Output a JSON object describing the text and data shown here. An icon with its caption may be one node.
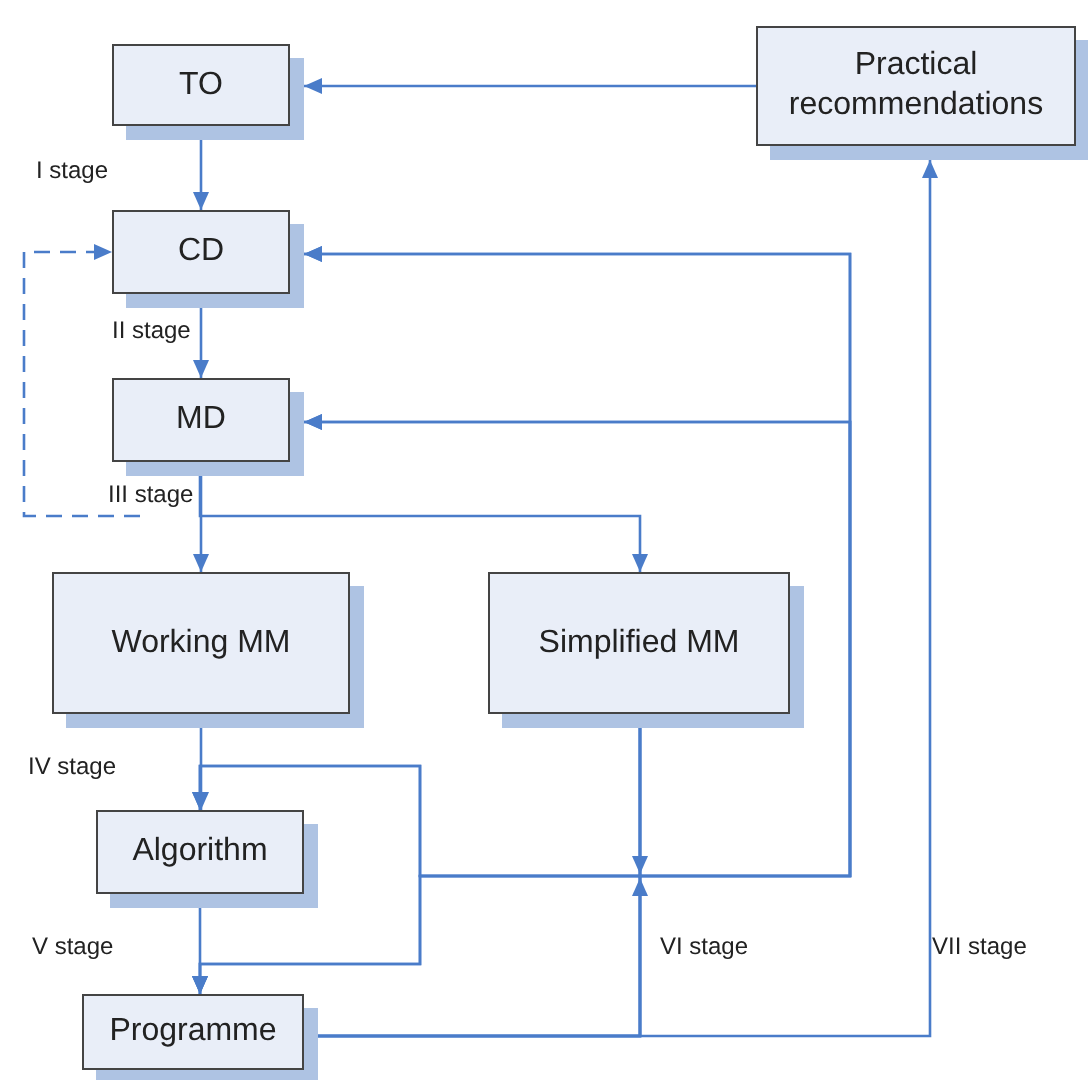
{
  "diagram": {
    "nodes": [
      {
        "text": [
          "TO"
        ]
      },
      {
        "text": [
          "CD"
        ]
      },
      {
        "text": [
          "MD"
        ]
      },
      {
        "text": [
          "Working MM"
        ]
      },
      {
        "text": [
          "Simplified MM"
        ]
      },
      {
        "text": [
          "Algorithm"
        ]
      },
      {
        "text": [
          "Programme"
        ]
      },
      {
        "text": [
          "Practical recommendations"
        ]
      }
    ],
    "edges": [
      {
        "from": 7,
        "to": 0,
        "arrow": "to"
      },
      {
        "from": 0,
        "to": 1,
        "arrow": "to",
        "label": "I stage"
      },
      {
        "from": 1,
        "to": 2,
        "arrow": "to",
        "label": "II stage"
      },
      {
        "from": 2,
        "to": 3,
        "arrow": "to",
        "label": "III stage"
      },
      {
        "from": 2,
        "to": 4,
        "arrow": "to"
      },
      {
        "from": 3,
        "to": 5,
        "arrow": "to",
        "label": "IV stage"
      },
      {
        "from": 5,
        "to": 6,
        "arrow": "to",
        "label": "V stage"
      },
      {
        "from": 6,
        "to": 1,
        "arrow": "to",
        "label": "VI stage"
      },
      {
        "from": 6,
        "to": 2,
        "arrow": "to"
      },
      {
        "from": 6,
        "to": 5,
        "arrow": "to"
      },
      {
        "from": 6,
        "to": 6,
        "arrow": "to"
      },
      {
        "from": 4,
        "to": 1,
        "arrow": "to"
      },
      {
        "from": 4,
        "to": 2,
        "arrow": "to"
      },
      {
        "from": 4,
        "to": 5,
        "arrow": "to"
      },
      {
        "from": 4,
        "to": 6,
        "arrow": "to"
      },
      {
        "from": 6,
        "to": 7,
        "arrow": "to",
        "label": "VII stage"
      },
      {
        "from": null,
        "to": 1,
        "arrow": "to",
        "style": "dashed"
      }
    ]
  }
}
